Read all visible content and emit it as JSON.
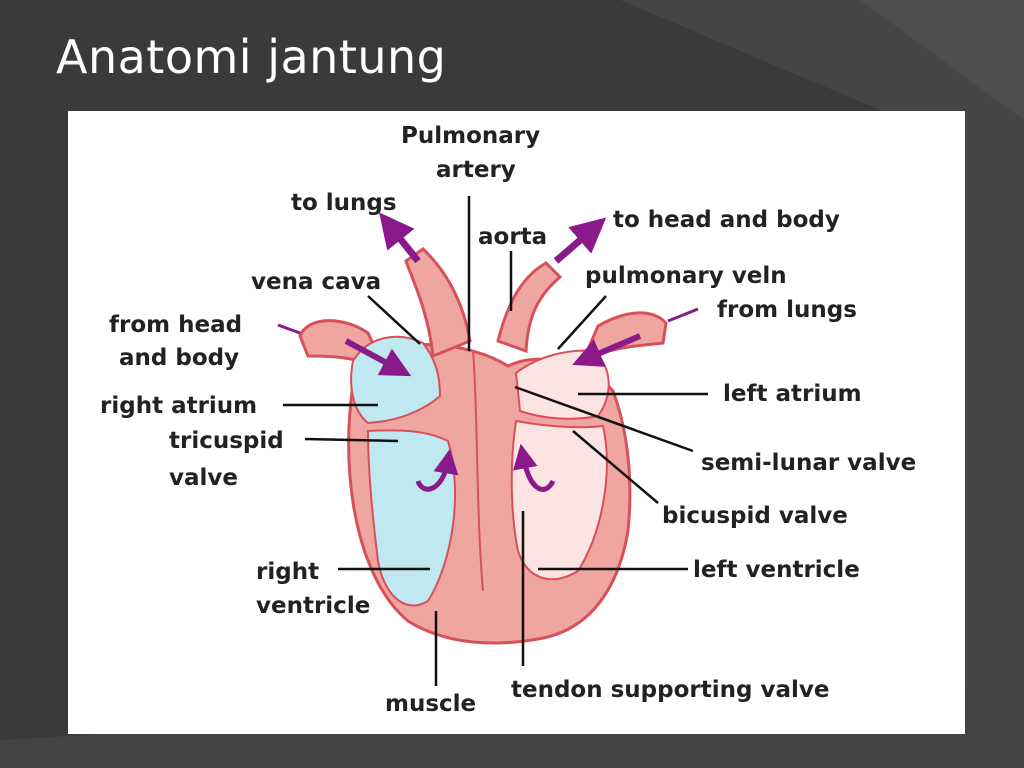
{
  "slide": {
    "title": "Anatomi jantung"
  },
  "colors": {
    "background": "#3a3a3a",
    "muscle": "#f0a6a0",
    "muscle_outline": "#d8505a",
    "deoxygenated": "#bfe8f0",
    "oxygenated": "#fbe4e2",
    "arrow": "#8a1a8a"
  },
  "diagram": {
    "labels": {
      "pulmonary_artery_1": "Pulmonary",
      "pulmonary_artery_2": "artery",
      "to_lungs": "to lungs",
      "aorta": "aorta",
      "to_head_and_body": "to head and body",
      "pulmonary_vein": "pulmonary veln",
      "from_lungs": "from lungs",
      "vena_cava": "vena cava",
      "from_head_1": "from head",
      "from_head_2": "and body",
      "right_atrium": "right atrium",
      "tricuspid_1": "tricuspid",
      "tricuspid_2": "valve",
      "left_atrium": "left atrium",
      "semi_lunar_valve": "semi-lunar valve",
      "bicuspid_valve": "bicuspid valve",
      "right_ventricle_1": "right",
      "right_ventricle_2": "ventricle",
      "left_ventricle": "left ventricle",
      "muscle": "muscle",
      "tendon": "tendon supporting valve"
    }
  }
}
